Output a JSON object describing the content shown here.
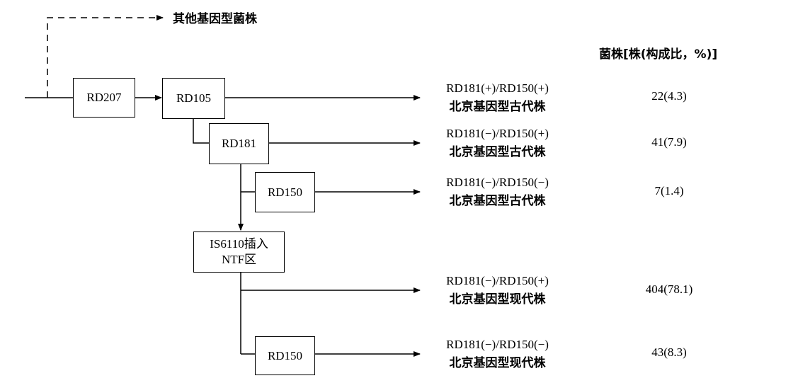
{
  "top_label": "其他基因型菌株",
  "column_header": "菌株[株(构成比，%)]",
  "nodes": {
    "rd207": "RD207",
    "rd105": "RD105",
    "rd181": "RD181",
    "rd150_a": "RD150",
    "is6110_line1": "IS6110插入",
    "is6110_line2": "NTF区",
    "rd150_b": "RD150"
  },
  "results": [
    {
      "code": "RD181(+)/RD150(+)",
      "name": "北京基因型古代株",
      "count": "22(4.3)"
    },
    {
      "code": "RD181(−)/RD150(+)",
      "name": "北京基因型古代株",
      "count": "41(7.9)"
    },
    {
      "code": "RD181(−)/RD150(−)",
      "name": "北京基因型古代株",
      "count": "7(1.4)"
    },
    {
      "code": "RD181(−)/RD150(+)",
      "name": "北京基因型现代株",
      "count": "404(78.1)"
    },
    {
      "code": "RD181(−)/RD150(−)",
      "name": "北京基因型现代株",
      "count": "43(8.3)"
    }
  ]
}
